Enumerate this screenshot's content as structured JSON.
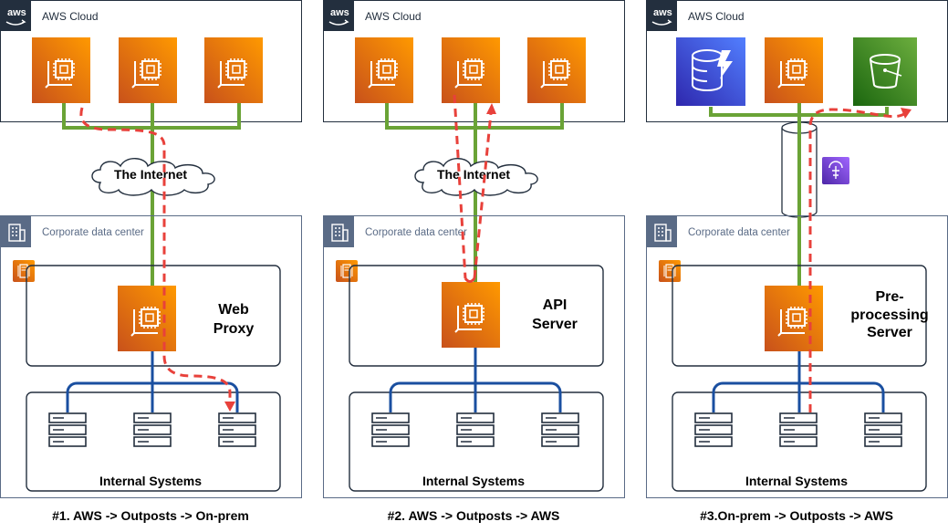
{
  "colors": {
    "ec2_start": "#C8511B",
    "ec2_end": "#FF9900",
    "dynamodb_start": "#2E27AD",
    "dynamodb_end": "#527FFF",
    "s3_start": "#1B660F",
    "s3_end": "#6CAE3E",
    "green_line": "#6AA336",
    "blue_line": "#1A4FA0",
    "red_dash": "#E8413B",
    "dark_header": "#232F3E",
    "dc_header": "#5A6B86"
  },
  "icons": {
    "aws_logo": "aws-logo-icon",
    "ec2": "ec2-instance-icon",
    "dynamodb": "dynamodb-icon",
    "s3": "s3-bucket-icon",
    "building": "corporate-building-icon",
    "outposts": "outposts-icon",
    "gateway": "local-gateway-icon",
    "server": "server-rack-icon",
    "cloud": "internet-cloud-icon"
  },
  "panels": [
    {
      "aws_logo_text": "aws",
      "aws_cloud_label": "AWS Cloud",
      "internet_label": "The Internet",
      "dc_label": "Corporate data center",
      "server_label_lines": [
        "Web",
        "Proxy"
      ],
      "internal_label": "Internal Systems",
      "caption": "#1. AWS -> Outposts -> On-prem"
    },
    {
      "aws_logo_text": "aws",
      "aws_cloud_label": "AWS Cloud",
      "internet_label": "The Internet",
      "dc_label": "Corporate data center",
      "server_label_lines": [
        "API",
        "Server"
      ],
      "internal_label": "Internal Systems",
      "caption": "#2. AWS -> Outposts -> AWS"
    },
    {
      "aws_logo_text": "aws",
      "aws_cloud_label": "AWS Cloud",
      "dc_label": "Corporate data center",
      "server_label_lines": [
        "Pre-",
        "processing",
        "Server"
      ],
      "internal_label": "Internal Systems",
      "caption": "#3.On-prem -> Outposts -> AWS"
    }
  ]
}
